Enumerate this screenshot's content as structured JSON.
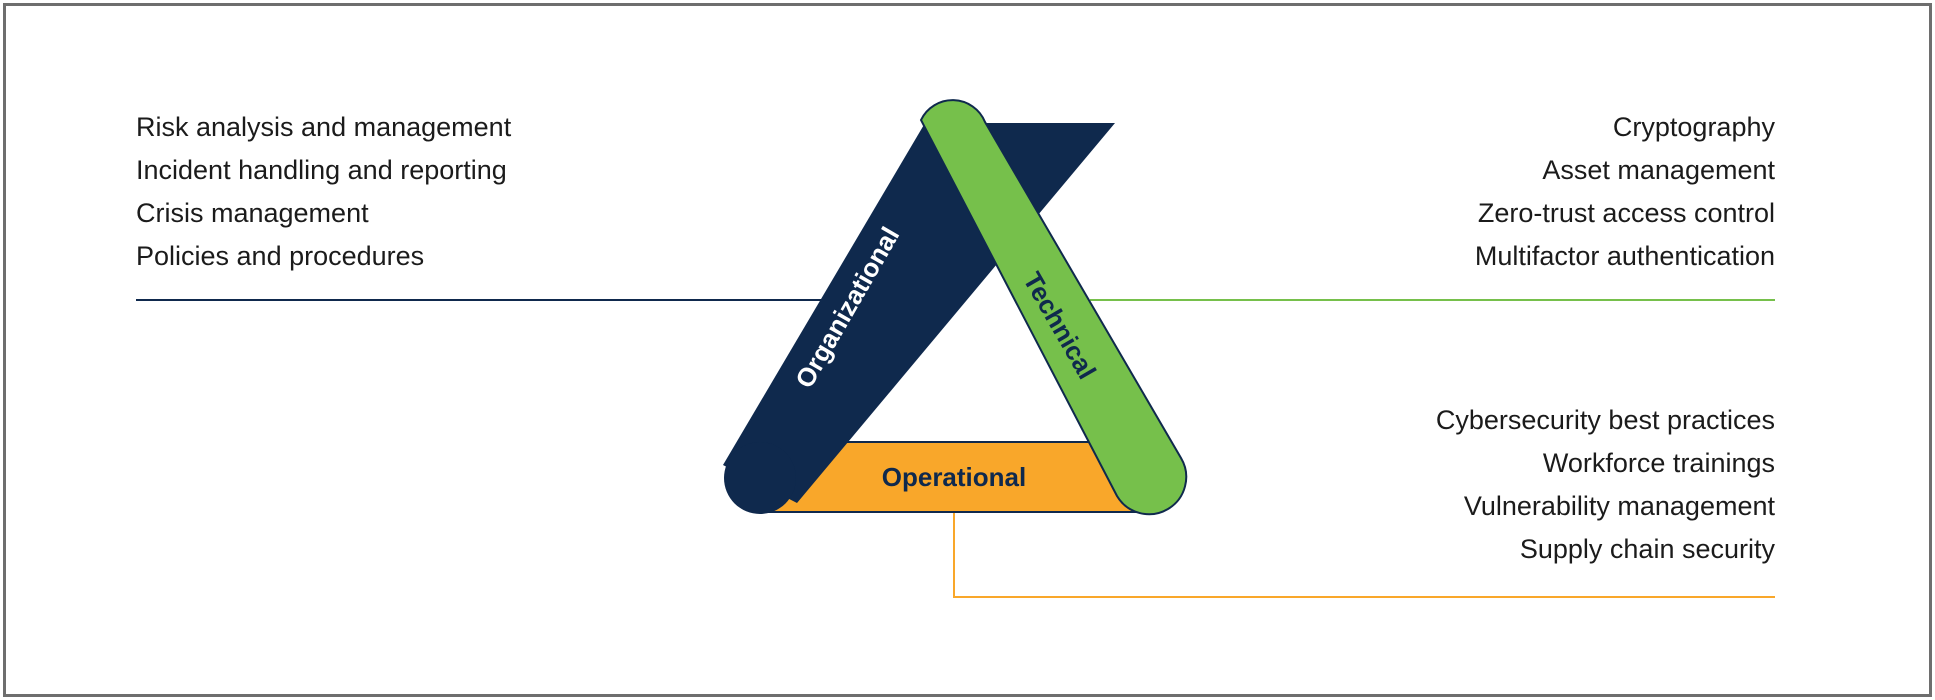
{
  "organizational": {
    "label": "Organizational",
    "color": "#0f294d",
    "items": [
      "Risk analysis and management",
      "Incident handling and reporting",
      "Crisis management",
      "Policies and procedures"
    ]
  },
  "technical": {
    "label": "Technical",
    "color": "#76c04b",
    "items": [
      "Cryptography",
      "Asset management",
      "Zero-trust access control",
      "Multifactor authentication"
    ]
  },
  "operational": {
    "label": "Operational",
    "color": "#f9a72a",
    "items": [
      "Cybersecurity best practices",
      "Workforce trainings",
      "Vulnerability management",
      "Supply chain security"
    ]
  }
}
